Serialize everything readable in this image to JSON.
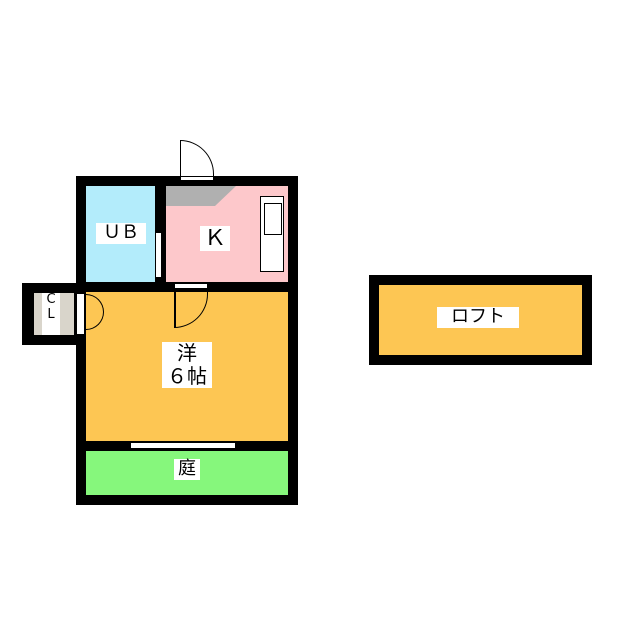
{
  "rooms": {
    "unit_bath": {
      "label": "ＵＢ",
      "color": "#b3ecfb"
    },
    "kitchen": {
      "label": "Ｋ",
      "color": "#fdc8cb"
    },
    "western_room": {
      "label_line1": "洋",
      "label_line2": "６帖",
      "color": "#fdc653"
    },
    "closet": {
      "label_line1": "C",
      "label_line2": "L",
      "color": "#d9d5cb"
    },
    "garden": {
      "label": "庭",
      "color": "#86f77c"
    },
    "loft": {
      "label": "ロフト",
      "color": "#fdc653"
    }
  }
}
